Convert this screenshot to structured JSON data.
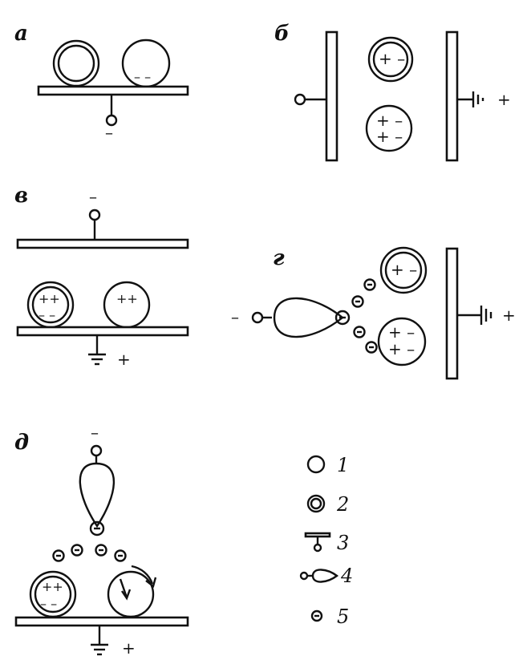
{
  "panels": {
    "a": {
      "label": "а",
      "ball_charge": "– –",
      "electrode_sign": "–"
    },
    "b": {
      "label": "б",
      "ball_top_charge": "+ –",
      "ball_bottom_charge_1": "+ –",
      "ball_bottom_charge_2": "+ –",
      "ground_sign": "+"
    },
    "v": {
      "label": "в",
      "electrode_sign": "–",
      "coated_ball_top": "++",
      "coated_ball_bottom": "– –",
      "ball_charge": "++",
      "ground_sign": "+"
    },
    "g": {
      "label": "г",
      "electrode_sign": "–",
      "ion": "–",
      "ball_top_charge": "+ –",
      "ball_bottom_charge_1": "+ –",
      "ball_bottom_charge_2": "+ –",
      "ground_sign": "+"
    },
    "d": {
      "label": "д",
      "electrode_sign": "–",
      "ion": "–",
      "coated_ball_top": "++",
      "coated_ball_bottom": "– –",
      "ground_sign": "+"
    }
  },
  "legend": [
    {
      "number": "1",
      "icon": "plain-ball-icon"
    },
    {
      "number": "2",
      "icon": "coated-ball-icon"
    },
    {
      "number": "3",
      "icon": "plate-electrode-icon"
    },
    {
      "number": "4",
      "icon": "corona-electrode-icon"
    },
    {
      "number": "5",
      "icon": "ion-icon"
    }
  ]
}
